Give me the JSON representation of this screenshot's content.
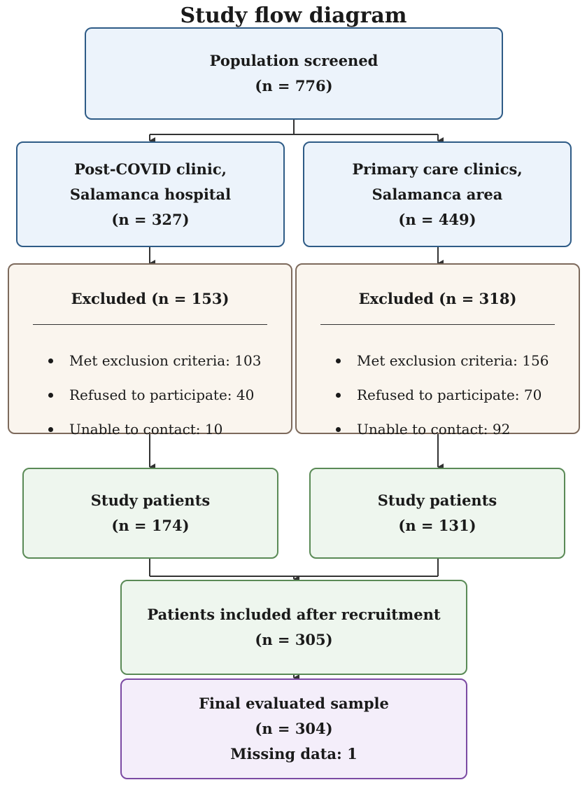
{
  "title": "Study flow diagram",
  "screened": {
    "label": "Population screened",
    "n": "(n = 776)"
  },
  "left": {
    "source_line1": "Post-COVID clinic,",
    "source_line2": "Salamanca hospital",
    "source_n": "(n = 327)",
    "excluded_title": "Excluded (n = 153)",
    "excluded_items": [
      "Met exclusion criteria: 103",
      "Refused to participate: 40",
      "Unable to contact: 10"
    ],
    "study_label": "Study patients",
    "study_n": "(n = 174)"
  },
  "right": {
    "source_line1": "Primary care clinics,",
    "source_line2": "Salamanca area",
    "source_n": "(n = 449)",
    "excluded_title": "Excluded (n = 318)",
    "excluded_items": [
      "Met exclusion criteria: 156",
      "Refused to participate: 70",
      "Unable to contact: 92"
    ],
    "study_label": "Study patients",
    "study_n": "(n = 131)"
  },
  "included": {
    "label": "Patients included after recruitment",
    "n": "(n = 305)"
  },
  "final": {
    "label": "Final evaluated sample",
    "n": "(n = 304)",
    "missing": "Missing data: 1"
  },
  "colors": {
    "blue_fill": "#ecf3fb",
    "blue_border": "#2e5b86",
    "tan_fill": "#faf5ee",
    "tan_border": "#7d6a5c",
    "green_fill": "#eef6ee",
    "green_border": "#5a8a56",
    "purple_fill": "#f4eefa",
    "purple_border": "#7b4aa3",
    "connector": "#333333"
  }
}
